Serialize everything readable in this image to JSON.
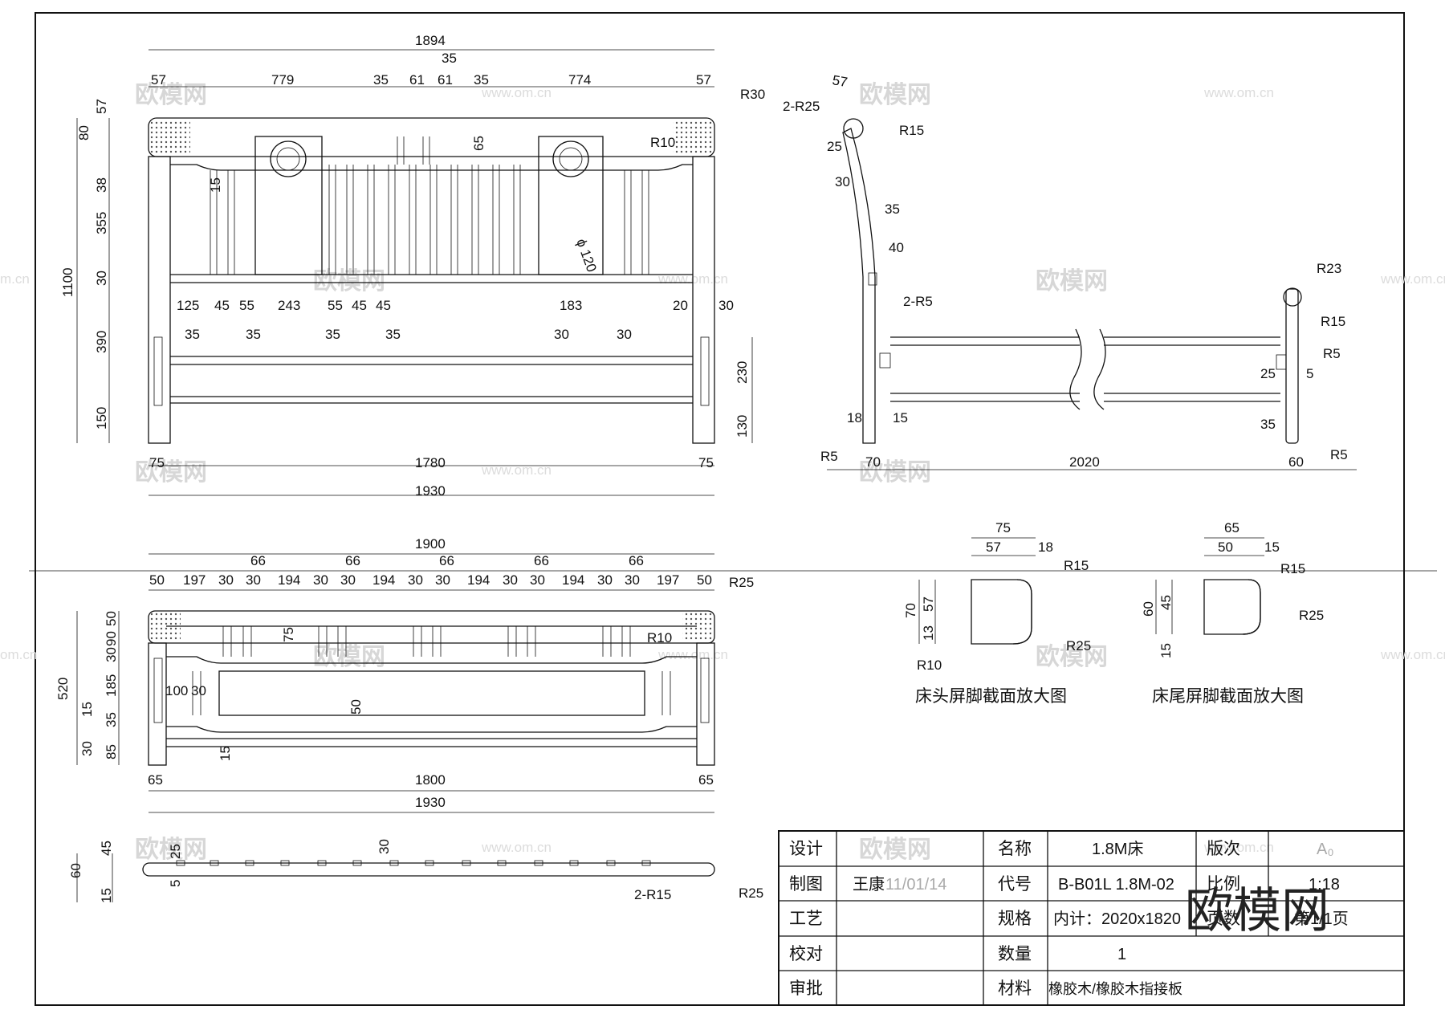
{
  "front_view": {
    "dims_top": [
      "1894",
      "57",
      "779",
      "35",
      "61",
      "35",
      "61",
      "35",
      "774",
      "57",
      "R30",
      "R10",
      "65",
      "15",
      "ϕ 120"
    ],
    "dims_left": [
      "57",
      "80",
      "38",
      "355",
      "30",
      "390",
      "150",
      "1100"
    ],
    "dims_mid": [
      "125",
      "45",
      "55",
      "243",
      "55",
      "45",
      "45",
      "183",
      "20",
      "30",
      "35",
      "35",
      "35",
      "35",
      "30",
      "30"
    ],
    "dims_right": [
      "230",
      "130"
    ],
    "dims_bottom": [
      "75",
      "1780",
      "75",
      "1930"
    ]
  },
  "side_view": {
    "dims": [
      "57",
      "2-R25",
      "R15",
      "25",
      "30",
      "35",
      "40",
      "2-R5",
      "R23",
      "R15",
      "R5",
      "25",
      "5",
      "18",
      "15",
      "35",
      "R5",
      "70",
      "2020",
      "60",
      "R5"
    ]
  },
  "rear_view": {
    "dims_top": [
      "1900",
      "66",
      "66",
      "66",
      "66",
      "66",
      "50",
      "197",
      "30",
      "30",
      "194",
      "30",
      "30",
      "194",
      "30",
      "30",
      "194",
      "30",
      "30",
      "194",
      "30",
      "30",
      "197",
      "50",
      "R25",
      "R10",
      "75"
    ],
    "dims_left": [
      "50",
      "90",
      "30",
      "185",
      "15",
      "35",
      "30",
      "85",
      "520"
    ],
    "dims_mid": [
      "100",
      "30",
      "50",
      "15"
    ],
    "dims_bottom": [
      "65",
      "1800",
      "65",
      "1930"
    ]
  },
  "slat_view": {
    "dims": [
      "45",
      "60",
      "15",
      "25",
      "5",
      "30",
      "2-R15",
      "R25"
    ]
  },
  "sections": {
    "head": {
      "caption": "床头屏脚截面放大图",
      "dims": [
        "75",
        "57",
        "18",
        "R15",
        "70",
        "57",
        "13",
        "R25",
        "R10"
      ]
    },
    "foot": {
      "caption": "床尾屏脚截面放大图",
      "dims": [
        "65",
        "50",
        "15",
        "R15",
        "60",
        "45",
        "15",
        "R25"
      ]
    }
  },
  "title_block": {
    "labels": [
      "设计",
      "制图",
      "工艺",
      "校对",
      "审批",
      "名称",
      "代号",
      "规格",
      "数量",
      "材料",
      "版次",
      "比例",
      "页数"
    ],
    "drafter": "王康",
    "date": "11/01/14",
    "name": "1.8M床",
    "code": "B-B01L 1.8M-02",
    "spec": "内计：2020x1820",
    "qty": "1",
    "material": "橡胶木/橡胶木指接板",
    "version": "A₀",
    "scale": "1:18",
    "pages": "第1/1页"
  },
  "watermarks": {
    "brand": "欧模网",
    "url": "www.om.cn",
    "url_short": "m.cn",
    "url_short2": "om.cn"
  }
}
